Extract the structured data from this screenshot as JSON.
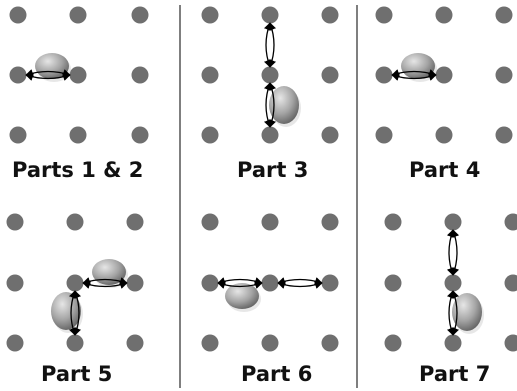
{
  "labels": {
    "p12": "Parts 1 & 2",
    "p3": "Part 3",
    "p4": "Part 4",
    "p5": "Part 5",
    "p6": "Part 6",
    "p7": "Part 7"
  },
  "colors": {
    "dot": "#6f6f6f",
    "divider": "#555555",
    "arrow": "#000000",
    "ball_light": "#e6e6e6",
    "ball_mid": "#a4a4a4",
    "ball_dark": "#5c5c5c"
  }
}
